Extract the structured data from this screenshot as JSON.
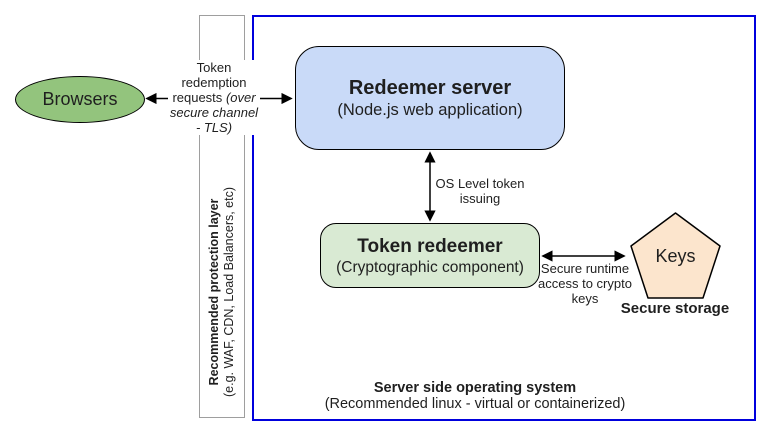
{
  "colors": {
    "text": "#1f1f1f",
    "os_border": "#0000dd",
    "protection_border": "#9e9e9e",
    "browsers_fill": "#93c47d",
    "redeemer_fill": "#c9daf8",
    "token_fill": "#d9ead3",
    "keys_fill": "#fce5cd",
    "arrow": "#000000"
  },
  "nodes": {
    "browsers": {
      "label": "Browsers"
    },
    "redeemer_server": {
      "title": "Redeemer server",
      "subtitle": "(Node.js web application)"
    },
    "token_redeemer": {
      "title": "Token redeemer",
      "subtitle": "(Cryptographic component)"
    },
    "keys": {
      "label": "Keys",
      "caption": "Secure storage"
    },
    "protection_layer": {
      "title": "Recommended protection layer",
      "subtitle": "(e.g. WAF, CDN, Load Balancers, etc)"
    },
    "os_container": {
      "title": "Server side operating system",
      "subtitle": "(Recommended linux - virtual or containerized)"
    }
  },
  "edges": {
    "browsers_redeemer": {
      "label_main": "Token redemption requests",
      "label_note": "(over secure channel - TLS)"
    },
    "redeemer_token": {
      "label": "OS Level token issuing"
    },
    "token_keys": {
      "label": "Secure runtime access to crypto keys"
    }
  }
}
